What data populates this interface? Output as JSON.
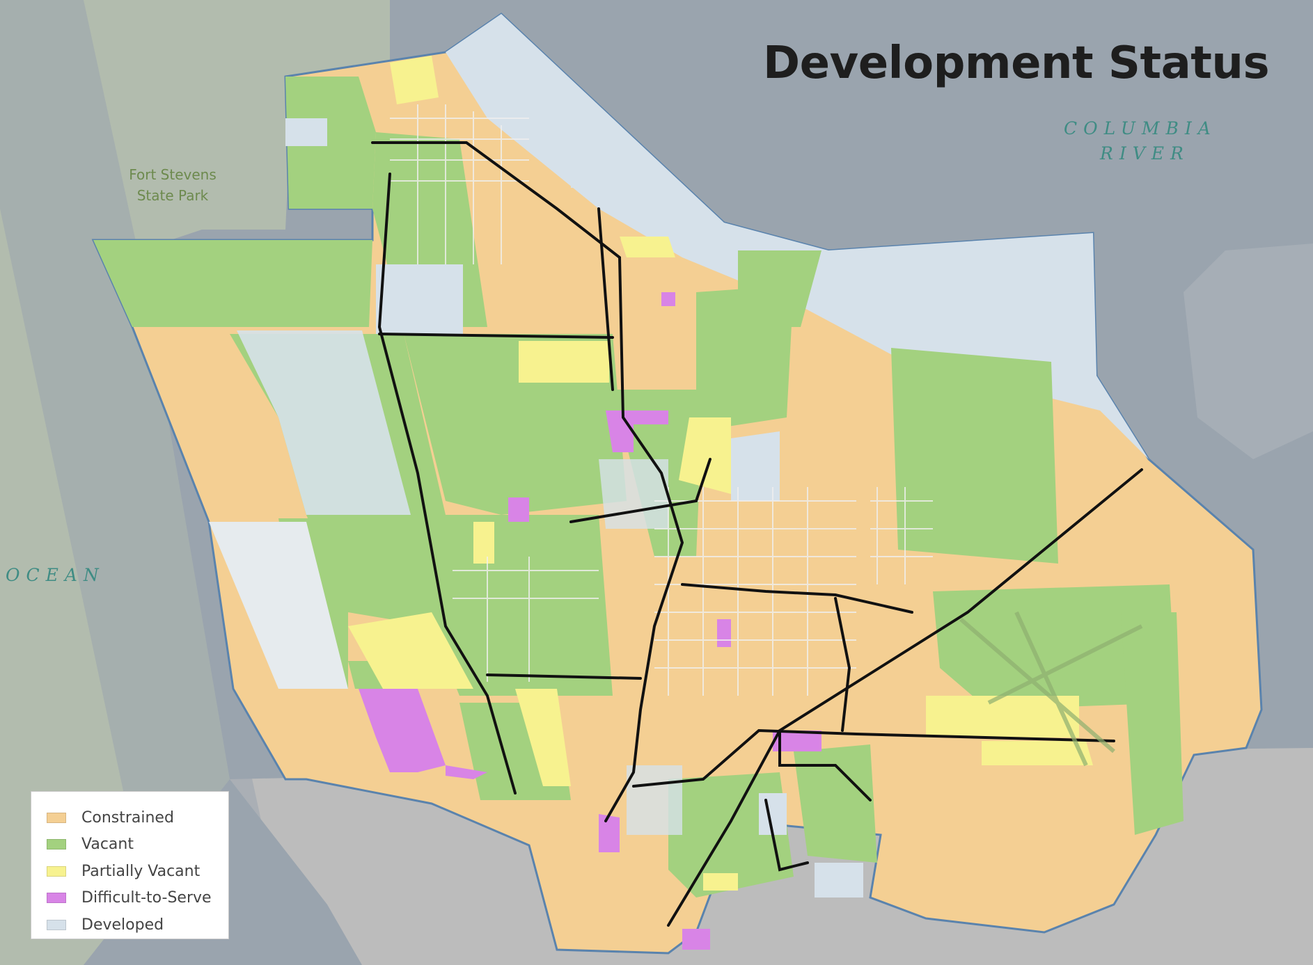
{
  "map": {
    "title": "Development Status",
    "labels": {
      "river_line1": "COLUMBIA",
      "river_line2": "RIVER",
      "ocean": "OCEAN",
      "park_line1": "Fort Stevens",
      "park_line2": "State Park"
    },
    "legend": [
      {
        "label": "Constrained",
        "color": "#f4cf93"
      },
      {
        "label": "Vacant",
        "color": "#a3d17f"
      },
      {
        "label": "Partially Vacant",
        "color": "#f7f28f"
      },
      {
        "label": "Difficult-to-Serve",
        "color": "#d884e6"
      },
      {
        "label": "Developed",
        "color": "#d6e1ea"
      }
    ],
    "colors": {
      "water": "#9aa4ae",
      "land_outside": "#bcbcbc",
      "park": "#b9c4ad",
      "road": "#111111",
      "boundary": "#5a83ad"
    }
  }
}
